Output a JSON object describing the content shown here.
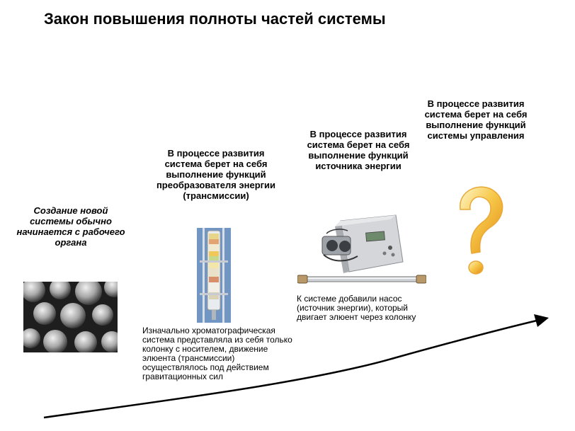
{
  "title": "Закон повышения полноты частей системы",
  "stages": {
    "s1": "Создание новой системы обычно начинается с рабочего органа",
    "s2": "В процессе развития система берет на себя выполнение функций преобразователя энергии (трансмиссии)",
    "s3": "В процессе развития система берет на себя выполнение функций источника энергии",
    "s4": "В процессе развития система берет на себя выполнение функций системы управления"
  },
  "notes": {
    "n1": "Изначально хроматографическая система представляла из себя только колонку с носителем, движение элюента (трансмиссии) осуществлялось под действием гравитационных сил",
    "n2": "К системе добавили насос (источник энергии), который двигает элюент через колонку"
  },
  "icons": {
    "beads": "sorbent-beads-photo",
    "column": "gravity-column-photo",
    "pump": "hplc-pump-photo",
    "tube": "hplc-column-tube",
    "question": "question-mark-icon"
  }
}
